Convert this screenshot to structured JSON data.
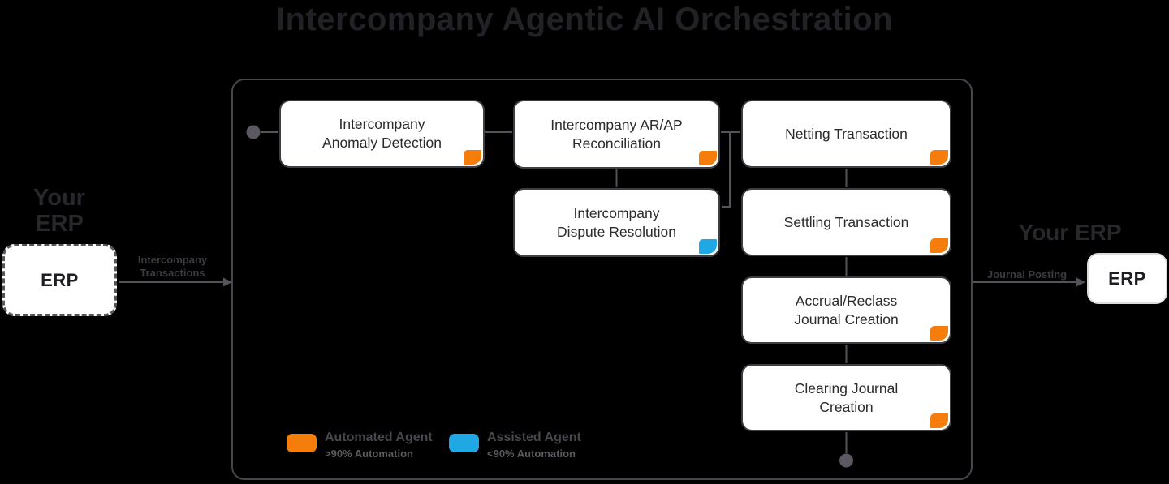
{
  "title": "Intercompany Agentic AI Orchestration",
  "colors": {
    "background": "#000000",
    "automated_accent": "#F57D0B",
    "assisted_accent": "#1FA8E4",
    "connector_gray": "#53535a",
    "frame_border": "#46464c"
  },
  "source_erp": {
    "heading": "Your\nERP",
    "box_label": "ERP",
    "arrow_label": "Intercompany\nTransactions"
  },
  "target_erp": {
    "heading": "Your ERP",
    "box_label": "ERP",
    "arrow_label": "Journal Posting"
  },
  "agents": [
    {
      "label": "Intercompany\nAnomaly Detection",
      "type": "automated"
    },
    {
      "label": "Intercompany AR/AP\nReconciliation",
      "type": "automated"
    },
    {
      "label": "Intercompany\nDispute Resolution",
      "type": "assisted"
    },
    {
      "label": "Netting Transaction",
      "type": "automated"
    },
    {
      "label": "Settling Transaction",
      "type": "automated"
    },
    {
      "label": "Accrual/Reclass\nJournal Creation",
      "type": "automated"
    },
    {
      "label": "Clearing Journal\nCreation",
      "type": "automated"
    }
  ],
  "legend": {
    "automated": {
      "title": "Automated Agent",
      "subtitle": ">90% Automation",
      "color": "#F57D0B"
    },
    "assisted": {
      "title": "Assisted Agent",
      "subtitle": "<90% Automation",
      "color": "#1FA8E4"
    }
  }
}
